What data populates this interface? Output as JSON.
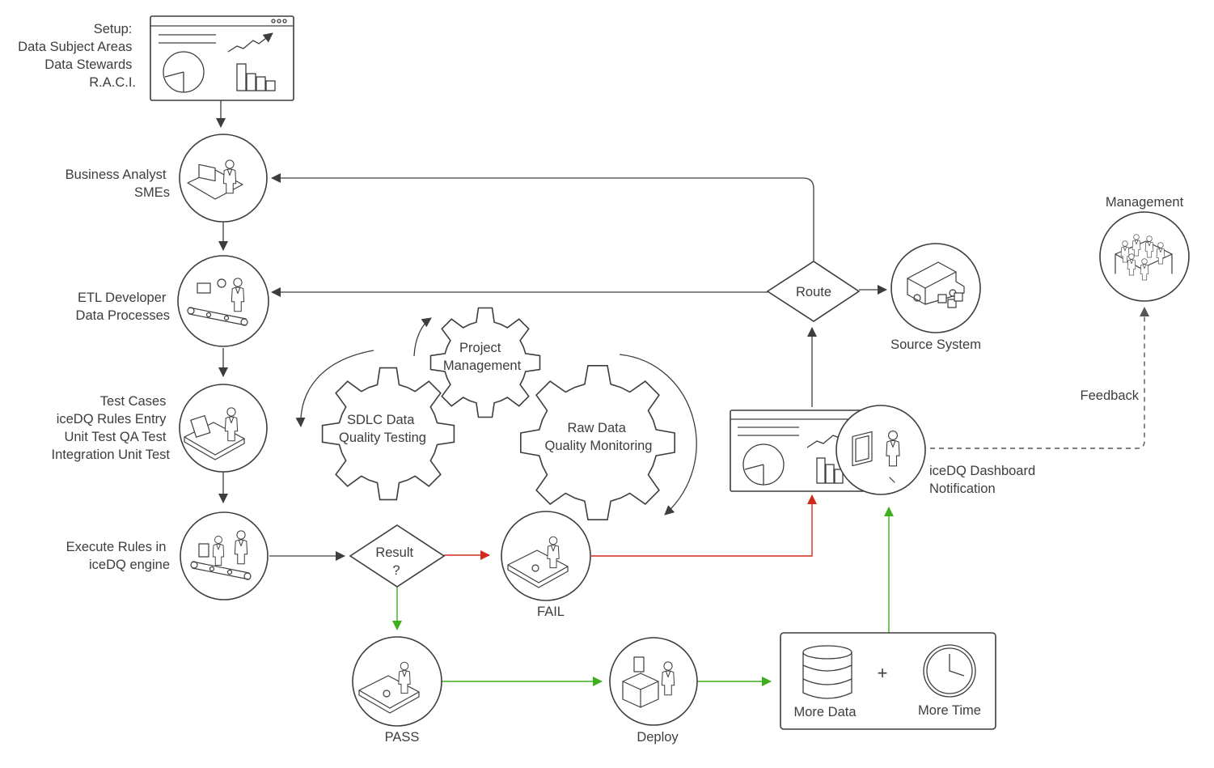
{
  "setup": {
    "lines": [
      "Setup:",
      "Data Subject Areas",
      "Data Stewards",
      "R.A.C.I."
    ]
  },
  "nodes": {
    "business_analyst": [
      "Business Analyst",
      "SMEs"
    ],
    "etl_developer": [
      "ETL Developer",
      "Data Processes"
    ],
    "test_cases": [
      "Test Cases",
      "iceDQ Rules Entry",
      "Unit Test QA Test",
      "Integration Unit Test"
    ],
    "execute_rules": [
      "Execute Rules in",
      "iceDQ engine"
    ],
    "result": [
      "Result",
      "?"
    ],
    "fail": "FAIL",
    "pass": "PASS",
    "deploy": "Deploy",
    "more_data": "More Data",
    "plus": "+",
    "more_time": "More Time",
    "dashboard": [
      "iceDQ Dashboard",
      "Notification"
    ],
    "route": "Route",
    "source_system": "Source System",
    "management": "Management",
    "feedback": "Feedback"
  },
  "gears": {
    "sdlc": [
      "SDLC Data",
      "Quality Testing"
    ],
    "project": [
      "Project",
      "Management"
    ],
    "raw": [
      "Raw Data",
      "Quality Monitoring"
    ]
  },
  "colors": {
    "line": "#3d3d3d",
    "fail_path": "#d42a1e",
    "pass_path": "#3fae1c",
    "feedback_path": "#555555"
  }
}
